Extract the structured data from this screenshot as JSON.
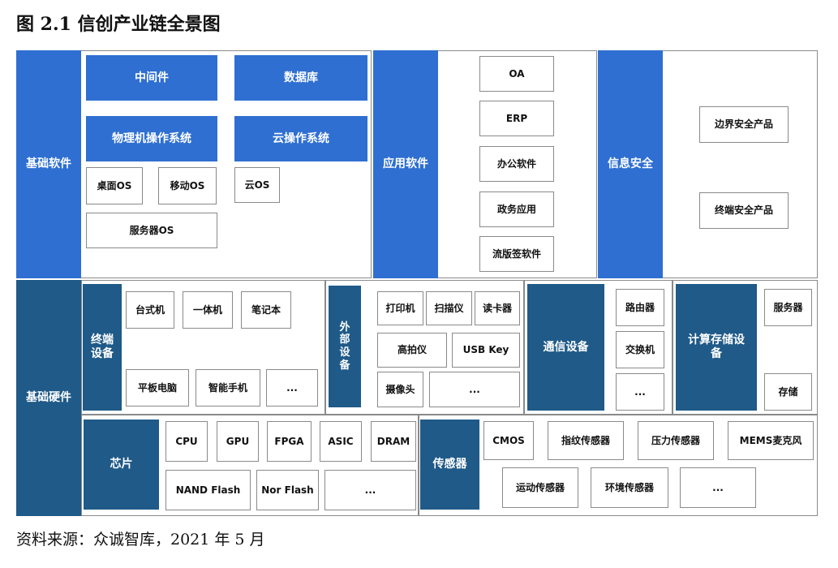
{
  "title": "图 2.1  信创产业链全景图",
  "source": "资料来源：众诚智库，2021 年 5 月",
  "colors": {
    "bright_blue": "#2e6fd1",
    "dark_blue": "#1f5a88",
    "border": "#8a8a8a"
  },
  "software": {
    "label": "基础软件",
    "middleware": "中间件",
    "database": "数据库",
    "physical_os": "物理机操作系统",
    "cloud_os": "云操作系统",
    "desktop_os": "桌面OS",
    "mobile_os": "移动OS",
    "server_os": "服务器OS",
    "yun_os": "云OS"
  },
  "applications": {
    "label": "应用软件",
    "items": [
      "OA",
      "ERP",
      "办公软件",
      "政务应用",
      "流版签软件"
    ]
  },
  "security": {
    "label": "信息安全",
    "items": [
      "边界安全产品",
      "终端安全产品"
    ]
  },
  "hardware": {
    "label": "基础硬件",
    "terminal": {
      "label_line1": "终端",
      "label_line2": "设备",
      "items": [
        "台式机",
        "一体机",
        "笔记本",
        "平板电脑",
        "智能手机",
        "..."
      ]
    },
    "peripheral": {
      "label": "外部设备",
      "items": [
        "打印机",
        "扫描仪",
        "读卡器",
        "高拍仪",
        "USB Key",
        "摄像头",
        "..."
      ]
    },
    "communication": {
      "label": "通信设备",
      "items": [
        "路由器",
        "交换机",
        "..."
      ]
    },
    "compute_storage": {
      "label_line1": "计算存储设",
      "label_line2": "备",
      "items": [
        "服务器",
        "存储"
      ]
    },
    "chips": {
      "label": "芯片",
      "items": [
        "CPU",
        "GPU",
        "FPGA",
        "ASIC",
        "DRAM",
        "NAND Flash",
        "Nor Flash",
        "..."
      ]
    },
    "sensors": {
      "label": "传感器",
      "items": [
        "CMOS",
        "指纹传感器",
        "压力传感器",
        "MEMS麦克风",
        "运动传感器",
        "环境传感器",
        "..."
      ]
    }
  }
}
